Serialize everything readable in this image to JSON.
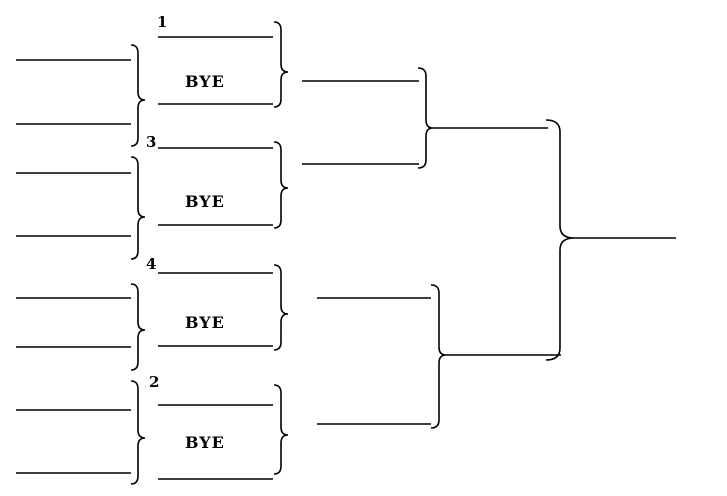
{
  "bracket": {
    "seeds": [
      {
        "seed": "1",
        "label": "BYE"
      },
      {
        "seed": "3",
        "label": "BYE"
      },
      {
        "seed": "4",
        "label": "BYE"
      },
      {
        "seed": "2",
        "label": "BYE"
      }
    ]
  }
}
